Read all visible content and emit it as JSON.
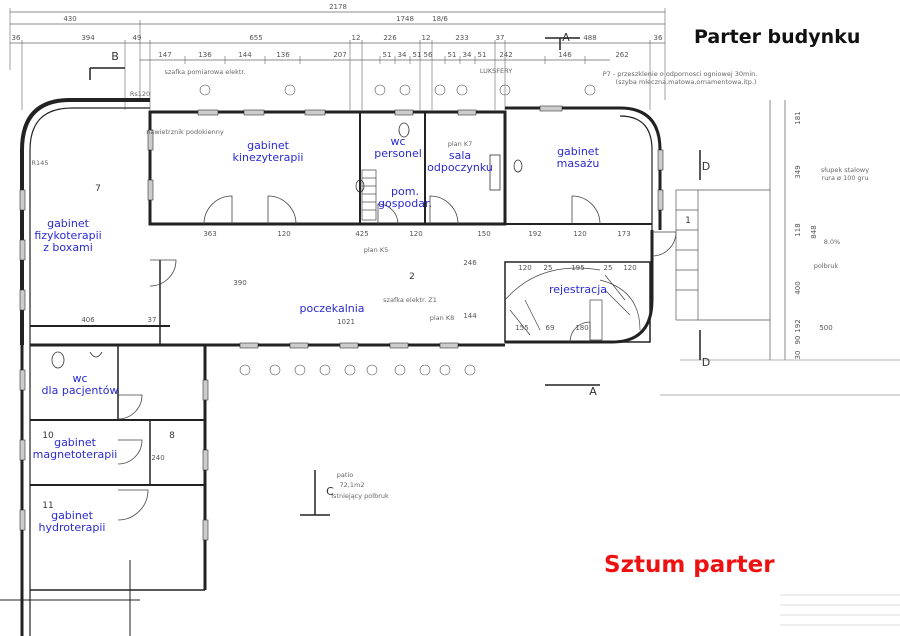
{
  "title": "Parter budynku",
  "subtitle": "Sztum parter",
  "rooms": [
    {
      "id": "kinezy",
      "lines": [
        "gabinet",
        "kinezyterapii"
      ]
    },
    {
      "id": "wcpers",
      "lines": [
        "wc",
        "personel"
      ]
    },
    {
      "id": "sala",
      "lines": [
        "sala",
        "odpoczynku"
      ]
    },
    {
      "id": "masaz",
      "lines": [
        "gabinet",
        "masażu"
      ]
    },
    {
      "id": "pomgosp",
      "lines": [
        "pom.",
        "gospodar."
      ]
    },
    {
      "id": "fizyko",
      "lines": [
        "gabinet",
        "fizykoterapii",
        "z boxami"
      ]
    },
    {
      "id": "poczek",
      "lines": [
        "poczekalnia"
      ]
    },
    {
      "id": "rejestr",
      "lines": [
        "rejestracja"
      ]
    },
    {
      "id": "wcpac",
      "lines": [
        "wc",
        "dla pacjentów"
      ]
    },
    {
      "id": "magneto",
      "lines": [
        "gabinet",
        "magnetoterapii"
      ]
    },
    {
      "id": "hydro",
      "lines": [
        "gabinet",
        "hydroterapii"
      ]
    }
  ],
  "dims_top1": [
    "2178"
  ],
  "dims_top2": [
    "430",
    "1748",
    "18/6"
  ],
  "dims_top3": [
    "36",
    "394",
    "49",
    "655",
    "12",
    "226",
    "12",
    "233",
    "37",
    "488",
    "36"
  ],
  "dims_top4": [
    "147",
    "136",
    "144",
    "136",
    "207",
    "51",
    "34",
    "51",
    "56",
    "51",
    "34",
    "51",
    "242",
    "146",
    "262"
  ],
  "dims_mid": [
    "363",
    "120",
    "425",
    "120",
    "150",
    "192",
    "120",
    "173"
  ],
  "dims_right": [
    "181",
    "349",
    "848",
    "118",
    "400",
    "192",
    "90",
    "30"
  ],
  "dims_misc": [
    "406",
    "1021",
    "390",
    "246",
    "144",
    "155",
    "69",
    "180",
    "500",
    "120",
    "25",
    "195",
    "25",
    "120",
    "240",
    "37"
  ],
  "room_numbers": [
    "7",
    "2",
    "1",
    "8",
    "10",
    "11"
  ],
  "axis_letters": [
    "A",
    "A",
    "B",
    "C",
    "D",
    "D"
  ],
  "notes": [
    "szafka pomiarowa elektr.",
    "P7 - przeszklenie o odpornosci ogniowej 30min.",
    "(szyba mleczna,matowa,ornamentowa,itp.)",
    "LUKSFERY",
    "nawietrznik podokienny",
    "plan K7",
    "plan K5",
    "plan K8",
    "szafka elektr. Z1",
    "słupek stalowy",
    "rura ø 100 gru",
    "8.0%",
    "polbruk",
    "Rs120",
    "R145",
    "patio",
    "72,1m2",
    "istniejący polbruk"
  ]
}
